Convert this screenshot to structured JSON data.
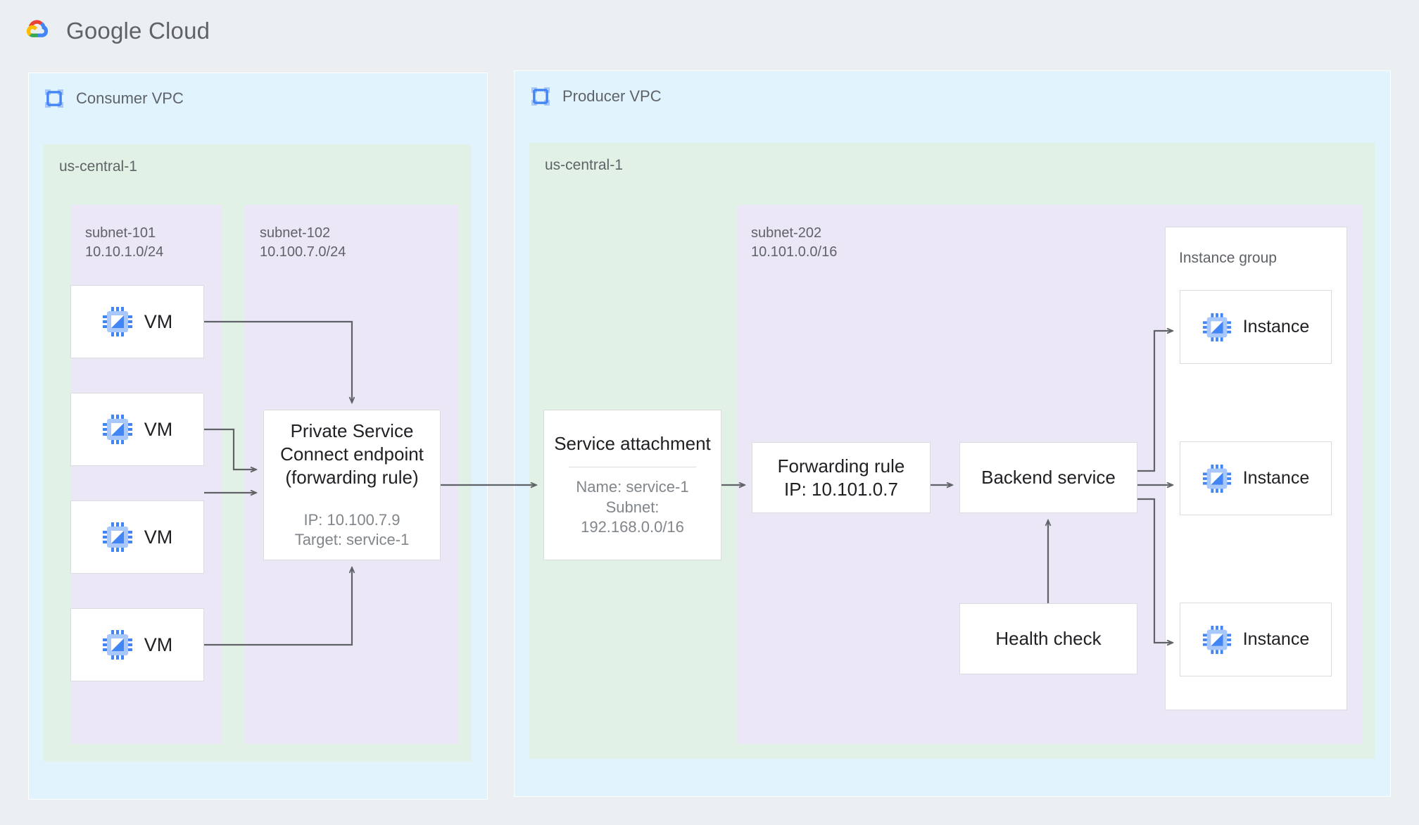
{
  "header": {
    "brand": "Google Cloud",
    "brand_logo_icon": "google-cloud-logo",
    "colors": {
      "logo_red": "#ea4335",
      "logo_yellow": "#fbbc04",
      "logo_green": "#34a853",
      "logo_blue": "#4285f4",
      "vpc_fill": "#e1f3fd",
      "region_fill": "#e2f1e6",
      "subnet_fill": "#ece7f6",
      "card_fill": "#ffffff",
      "card_border": "#dadce0",
      "connector": "#5f6368",
      "page_bg": "#eceff1",
      "text_primary": "#202124",
      "text_secondary": "#5f6368",
      "text_muted": "#80868b",
      "icon_blue": "#4285f4",
      "icon_blue_light": "#a8c7fa"
    }
  },
  "consumer_vpc": {
    "title": "Consumer VPC",
    "icon": "vpc-icon",
    "region": {
      "title": "us-central-1"
    },
    "subnet_101": {
      "name": "subnet-101",
      "cidr": "10.10.1.0/24",
      "vms": [
        {
          "label": "VM",
          "icon": "vm-chip-icon"
        },
        {
          "label": "VM",
          "icon": "vm-chip-icon"
        },
        {
          "label": "VM",
          "icon": "vm-chip-icon"
        },
        {
          "label": "VM",
          "icon": "vm-chip-icon"
        }
      ]
    },
    "subnet_102": {
      "name": "subnet-102",
      "cidr": "10.100.7.0/24",
      "endpoint": {
        "title_lines": [
          "Private Service",
          "Connect endpoint",
          "(forwarding rule)"
        ],
        "detail_lines": [
          "IP: 10.100.7.9",
          "Target: service-1"
        ]
      }
    }
  },
  "producer_vpc": {
    "title": "Producer VPC",
    "icon": "vpc-icon",
    "region": {
      "title": "us-central-1"
    },
    "service_attachment": {
      "title_lines": [
        "Service attachment"
      ],
      "detail_lines": [
        "Name: service-1",
        "Subnet:",
        "192.168.0.0/16"
      ]
    },
    "subnet_202": {
      "name": "subnet-202",
      "cidr": "10.101.0.0/16",
      "forwarding_rule": {
        "line1": "Forwarding rule",
        "line2": "IP: 10.101.0.7"
      },
      "backend_service": {
        "label": "Backend service"
      },
      "health_check": {
        "label": "Health check"
      },
      "instance_group": {
        "title": "Instance group",
        "instances": [
          {
            "label": "Instance",
            "icon": "vm-chip-icon"
          },
          {
            "label": "Instance",
            "icon": "vm-chip-icon"
          },
          {
            "label": "Instance",
            "icon": "vm-chip-icon"
          }
        ]
      }
    }
  },
  "connections": [
    {
      "from": "vm-1",
      "to": "psc-endpoint",
      "style": "elbow-arrow"
    },
    {
      "from": "vm-2",
      "to": "psc-endpoint",
      "style": "elbow-arrow"
    },
    {
      "from": "vm-3",
      "to": "psc-endpoint",
      "style": "elbow-arrow"
    },
    {
      "from": "vm-4",
      "to": "psc-endpoint",
      "style": "elbow-arrow"
    },
    {
      "from": "psc-endpoint",
      "to": "service-attachment",
      "style": "straight-arrow"
    },
    {
      "from": "service-attachment",
      "to": "forwarding-rule",
      "style": "straight-arrow"
    },
    {
      "from": "forwarding-rule",
      "to": "backend-service",
      "style": "straight-arrow"
    },
    {
      "from": "backend-service",
      "to": "instance-1",
      "style": "elbow-arrow"
    },
    {
      "from": "backend-service",
      "to": "instance-2",
      "style": "straight-arrow"
    },
    {
      "from": "backend-service",
      "to": "instance-3",
      "style": "elbow-arrow"
    },
    {
      "from": "health-check",
      "to": "backend-service",
      "style": "straight-arrow"
    }
  ]
}
